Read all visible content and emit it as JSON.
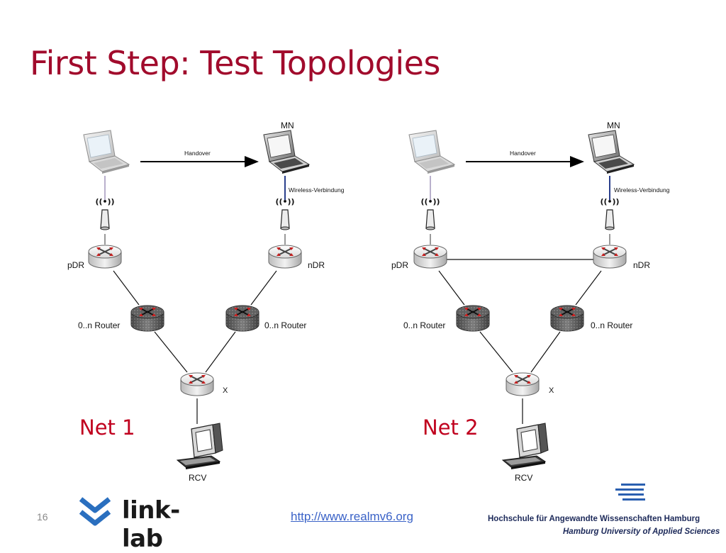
{
  "slide": {
    "title": "First Step: Test Topologies",
    "page_number": "16",
    "url": "http://www.realmv6.org"
  },
  "footer": {
    "left_logo_text": "link-lab",
    "right_logo_line1": "Hochschule für Angewandte Wissenschaften Hamburg",
    "right_logo_line2": "Hamburg University of Applied Sciences"
  },
  "net1": {
    "label": "Net 1",
    "mn": "MN",
    "handover": "Handover",
    "wireless": "Wireless-Verbindung",
    "pdr": "pDR",
    "ndr": "nDR",
    "router_left": "0..n Router",
    "router_right": "0..n Router",
    "x": "X",
    "rcv": "RCV"
  },
  "net2": {
    "label": "Net 2",
    "mn": "MN",
    "handover": "Handover",
    "wireless": "Wireless-Verbindung",
    "pdr": "pDR",
    "ndr": "nDR",
    "router_left": "0..n Router",
    "router_right": "0..n Router",
    "x": "X",
    "rcv": "RCV"
  }
}
